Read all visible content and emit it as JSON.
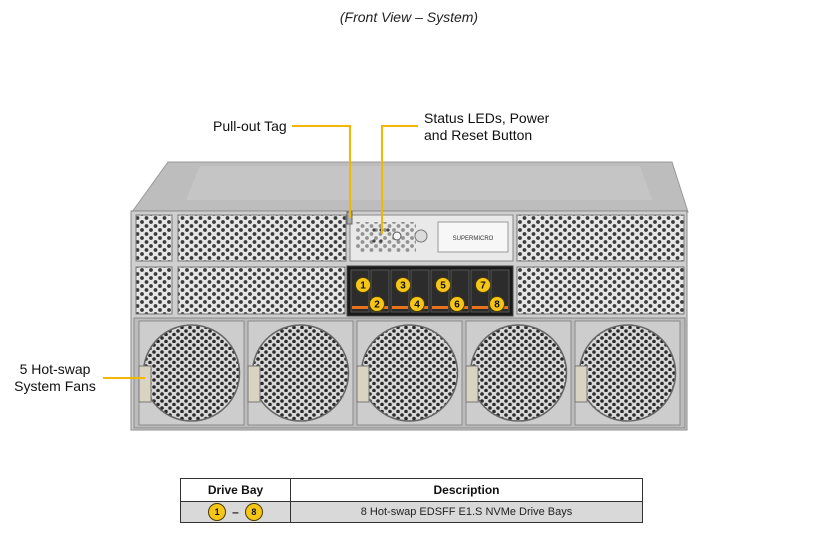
{
  "caption": "(Front View – System)",
  "callouts": {
    "pull_out_tag": "Pull-out Tag",
    "status_leds_line1": "Status LEDs, Power",
    "status_leds_line2": "and Reset Button",
    "fans_line1": "5 Hot-swap",
    "fans_line2": "System Fans"
  },
  "logo_text": "SUPERMICRO",
  "drive_bays": [
    "1",
    "2",
    "3",
    "4",
    "5",
    "6",
    "7",
    "8"
  ],
  "fan_count": 5,
  "table": {
    "headers": [
      "Drive Bay",
      "Description"
    ],
    "row": {
      "bay_start": "1",
      "bay_separator": "–",
      "bay_end": "8",
      "description": "8 Hot-swap EDSFF E1.S NVMe Drive Bays"
    }
  },
  "colors": {
    "callout_line": "#f2b705",
    "badge": "#f5c518",
    "chassis": "#c8c8c8",
    "orange_tab": "#e8731a"
  }
}
